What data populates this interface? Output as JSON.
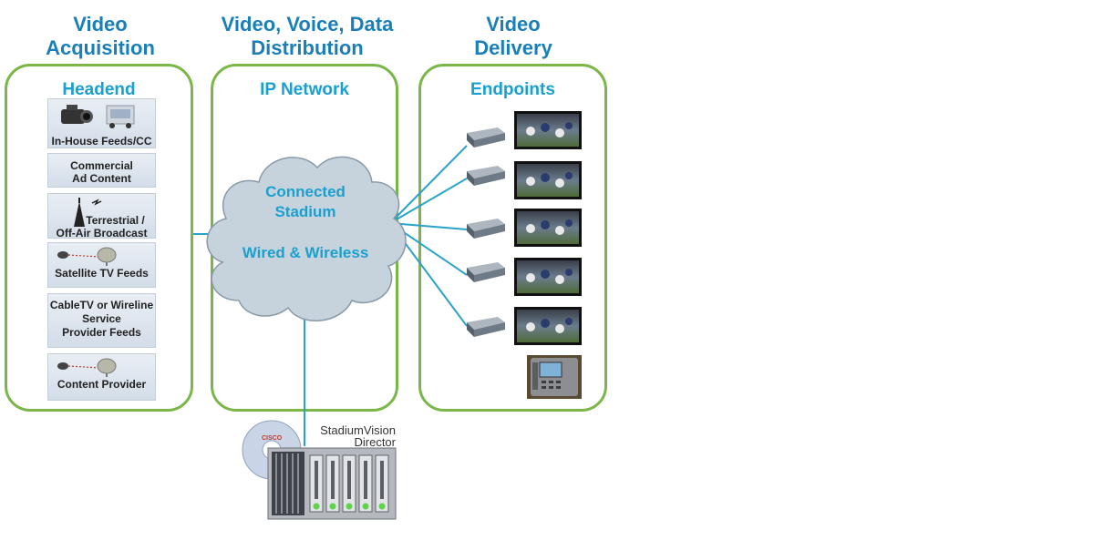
{
  "columns": {
    "acquisition": {
      "title_line1": "Video",
      "title_line2": "Acquisition",
      "panel_title": "Headend"
    },
    "distribution": {
      "title_line1": "Video, Voice, Data",
      "title_line2": "Distribution",
      "panel_title": "IP Network"
    },
    "delivery": {
      "title_line1": "Video",
      "title_line2": "Delivery",
      "panel_title": "Endpoints"
    }
  },
  "feeds": [
    {
      "label": "In-House Feeds/CC",
      "icon": "camera-truck-icon"
    },
    {
      "label_line1": "Commercial",
      "label_line2": "Ad Content"
    },
    {
      "label_line1": "Terrestrial /",
      "label_line2": "Off-Air Broadcast",
      "icon": "tower-icon"
    },
    {
      "label": "Satellite TV Feeds",
      "icon": "satellite-dish-icon"
    },
    {
      "label_line1": "CableTV or Wireline",
      "label_line2": "Service",
      "label_line3": "Provider Feeds"
    },
    {
      "label": "Content Provider",
      "icon": "satellite-dish-icon"
    }
  ],
  "cloud": {
    "line1": "Connected",
    "line2": "Stadium",
    "line3": "Wired & Wireless"
  },
  "server": {
    "label_line1": "StadiumVision",
    "label_line2": "Director",
    "logo_text": "CISCO"
  },
  "colors": {
    "panel_border": "#7ab648",
    "title": "#1a7fb8",
    "accent": "#1aa0cf",
    "link": "#29a3c8"
  }
}
